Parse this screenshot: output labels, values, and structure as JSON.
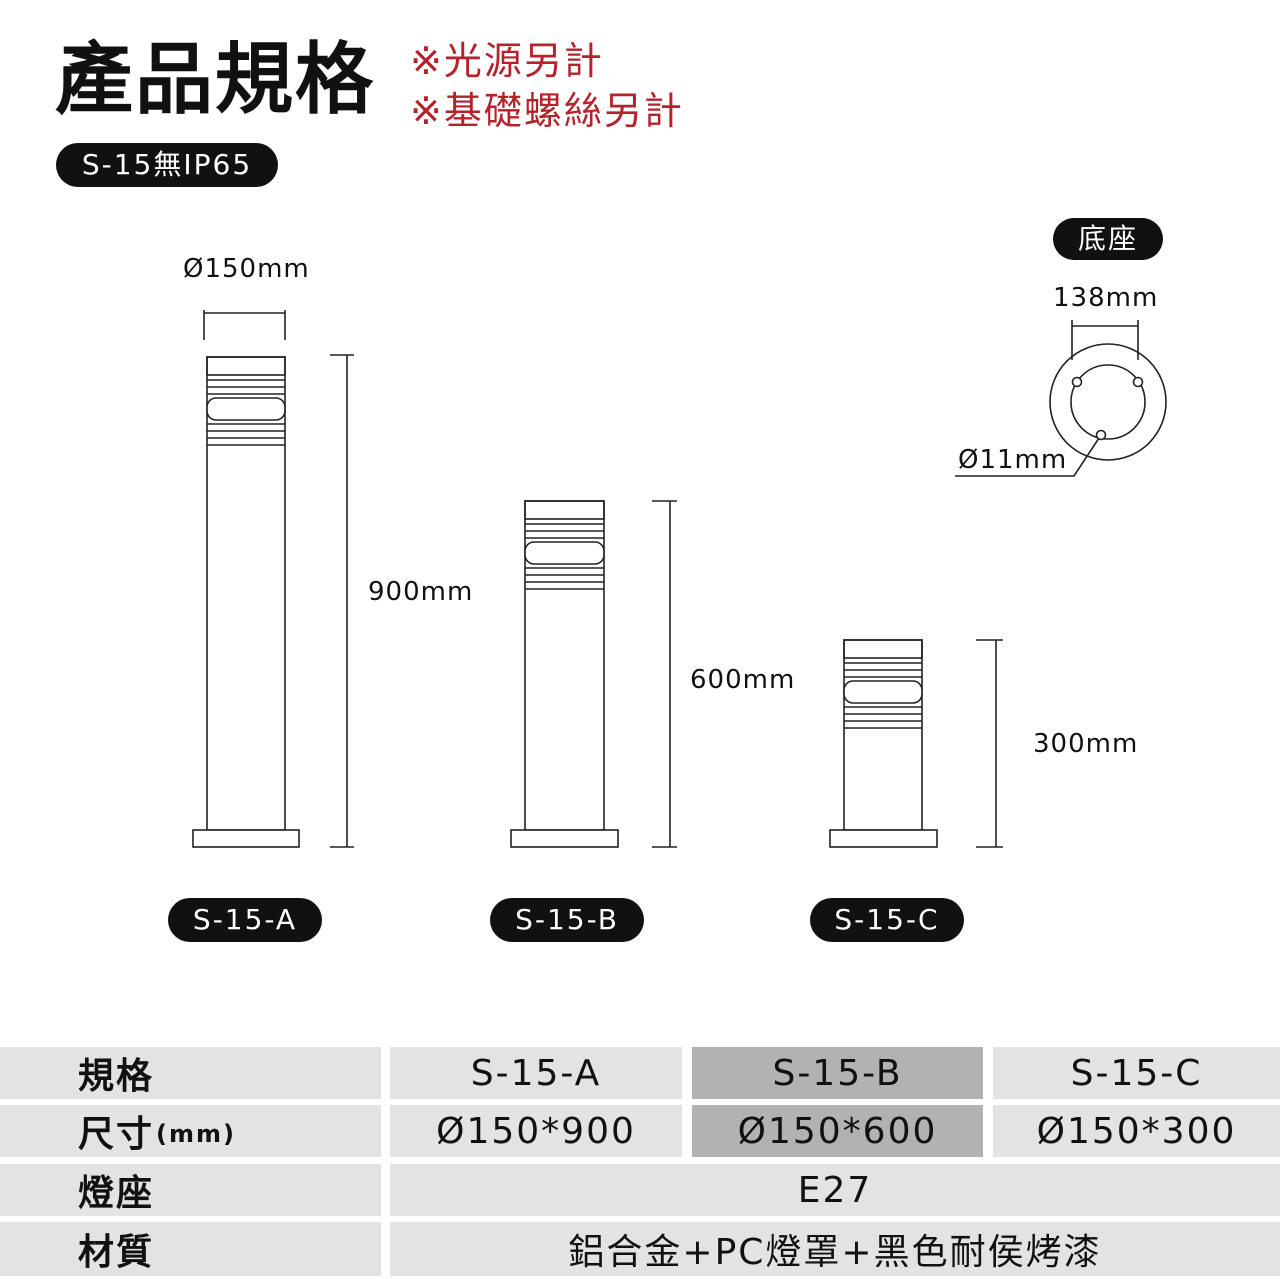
{
  "header": {
    "title": "產品規格",
    "notes": [
      "※光源另計",
      "※基礎螺絲另計"
    ],
    "model_badge": "S-15無IP65"
  },
  "drawing": {
    "width_label": "Ø150mm",
    "heights": {
      "a": "900mm",
      "b": "600mm",
      "c": "300mm"
    },
    "base": {
      "badge": "底座",
      "diameter": "138mm",
      "hole": "Ø11mm"
    },
    "models": [
      "S-15-A",
      "S-15-B",
      "S-15-C"
    ]
  },
  "table": {
    "rows": [
      {
        "label": "規格",
        "label_unit": "",
        "values": [
          "S-15-A",
          "S-15-B",
          "S-15-C"
        ]
      },
      {
        "label": "尺寸",
        "label_unit": "(mm)",
        "values": [
          "Ø150*900",
          "Ø150*600",
          "Ø150*300"
        ]
      },
      {
        "label": "燈座",
        "label_unit": "",
        "value": "E27"
      },
      {
        "label": "材質",
        "label_unit": "",
        "value": "鋁合金+PC燈罩+黑色耐侯烤漆"
      }
    ],
    "colors": {
      "light": "#e3e3e3",
      "highlight": "#b2b2b2"
    }
  }
}
